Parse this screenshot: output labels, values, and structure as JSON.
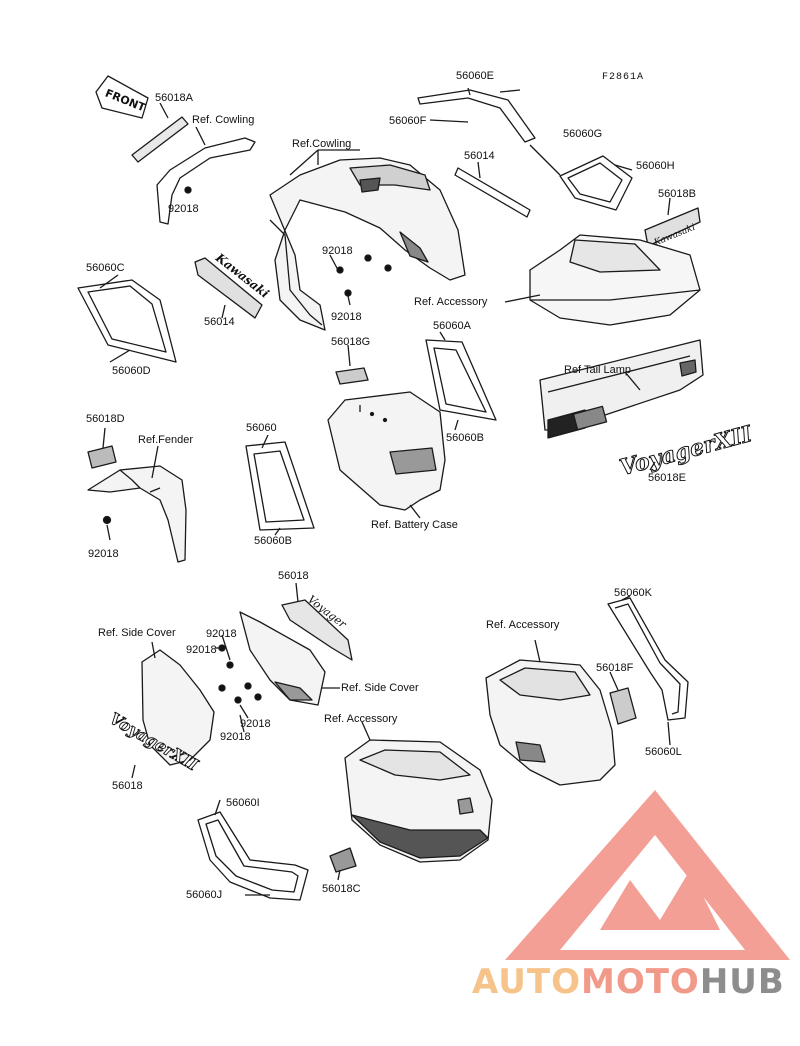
{
  "diagram": {
    "code": "F2861A",
    "front_badge": "FRONT",
    "labels": {
      "p56018A": "56018A",
      "refCowling1": "Ref. Cowling",
      "p92018a": "92018",
      "refCowling2": "Ref.Cowling",
      "p92018b": "92018",
      "p92018c": "92018",
      "p56060E": "56060E",
      "p56060F": "56060F",
      "p56014a": "56014",
      "p56060G": "56060G",
      "p56060H": "56060H",
      "p56018B": "56018B",
      "refAccessory1": "Ref. Accessory",
      "p56060C": "56060C",
      "p56060D": "56060D",
      "p56014b": "56014",
      "p56018G": "56018G",
      "p56060A": "56060A",
      "p56060B1": "56060B",
      "refTailLamp": "Ref  Tail Lamp",
      "p56018E": "56018E",
      "p56018D": "56018D",
      "refFender": "Ref.Fender",
      "p92018d": "92018",
      "p56060": "56060",
      "p56060B2": "56060B",
      "refBatteryCase": "Ref. Battery Case",
      "p56018a": "56018",
      "p56060K": "56060K",
      "refAccessory2": "Ref. Accessory",
      "refSideCover1": "Ref. Side Cover",
      "p92018e": "92018",
      "p92018f": "92018",
      "refSideCover2": "Ref. Side Cover",
      "p92018g": "92018",
      "p92018h": "92018",
      "p56018F": "56018F",
      "refAccessory3": "Ref. Accessory",
      "p56018b": "56018",
      "p56060L": "56060L",
      "p56060I": "56060I",
      "p56060J": "56060J",
      "p56018C": "56018C"
    },
    "emblems": {
      "kawasaki_small": "Kawasaki",
      "kawasaki_large": "Kawasaki",
      "voyager_tail": "VoyagerXII",
      "voyager_side": "VoyagerXII",
      "voyager_small": "Voyager"
    }
  },
  "watermark": {
    "part1": "AUTO",
    "part2": "MOTO",
    "part3": "HUB"
  },
  "colors": {
    "line": "#1a1a1a",
    "watermark_red": "#ee5a50",
    "watermark_orange": "#f6c48a",
    "watermark_gray": "#8d8d8d"
  }
}
